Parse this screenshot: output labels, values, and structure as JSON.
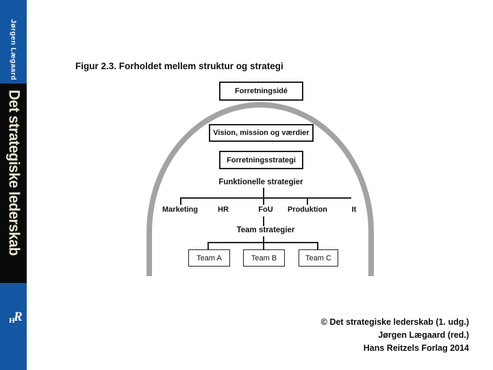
{
  "colors": {
    "sidebar_blue": "#1356a2",
    "sidebar_black": "#0a0a0a",
    "sidebar_cream_text": "#ece5d2",
    "arch_gray": "#a3a3a3",
    "line_black": "#1f1f1f"
  },
  "sidebar": {
    "author": "Jørgen Lægaard",
    "book_title": "Det strategiske lederskab",
    "logo": {
      "h": "H",
      "r": "R"
    }
  },
  "figure": {
    "title": "Figur 2.3. Forholdet mellem struktur og strategi"
  },
  "diagram": {
    "top_boxes": [
      "Forretningsidé",
      "Vision, mission og værdier",
      "Forretningsstrategi"
    ],
    "functional_heading": "Funktionelle strategier",
    "functions": [
      "Marketing",
      "HR",
      "FoU",
      "Produktion",
      "It"
    ],
    "team_heading": "Team strategier",
    "teams": [
      "Team A",
      "Team B",
      "Team C"
    ]
  },
  "footer": {
    "lines": [
      "© Det strategiske lederskab (1. udg.)",
      "Jørgen Lægaard (red.)",
      "Hans Reitzels Forlag 2014"
    ]
  }
}
